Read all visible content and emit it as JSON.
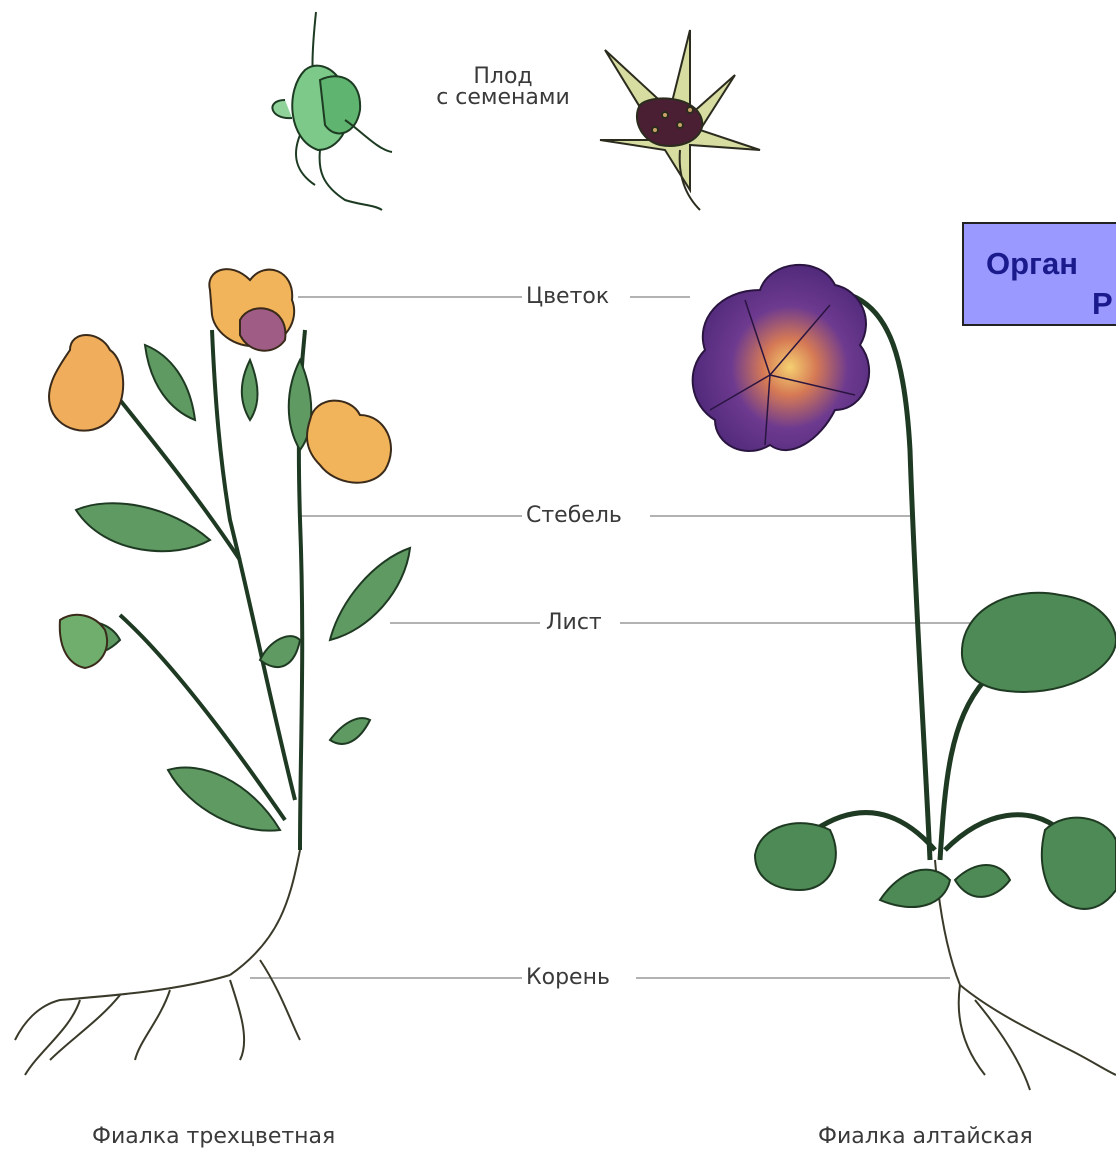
{
  "labels": {
    "fruit_line1": "Плод",
    "fruit_line2": "с семенами",
    "flower": "Цветок",
    "stem": "Стебель",
    "leaf": "Лист",
    "root": "Корень"
  },
  "captions": {
    "left_plant": "Фиалка трехцветная",
    "right_plant": "Фиалка алтайская"
  },
  "title_box": {
    "line1": "Орган",
    "line2": "Р"
  },
  "colors": {
    "title_bg": "#9999ff",
    "title_text": "#1a1a8c",
    "leaf": "#4e8a55",
    "pansy_yellow": "#f2b45a",
    "violet": "#5a2f86"
  }
}
